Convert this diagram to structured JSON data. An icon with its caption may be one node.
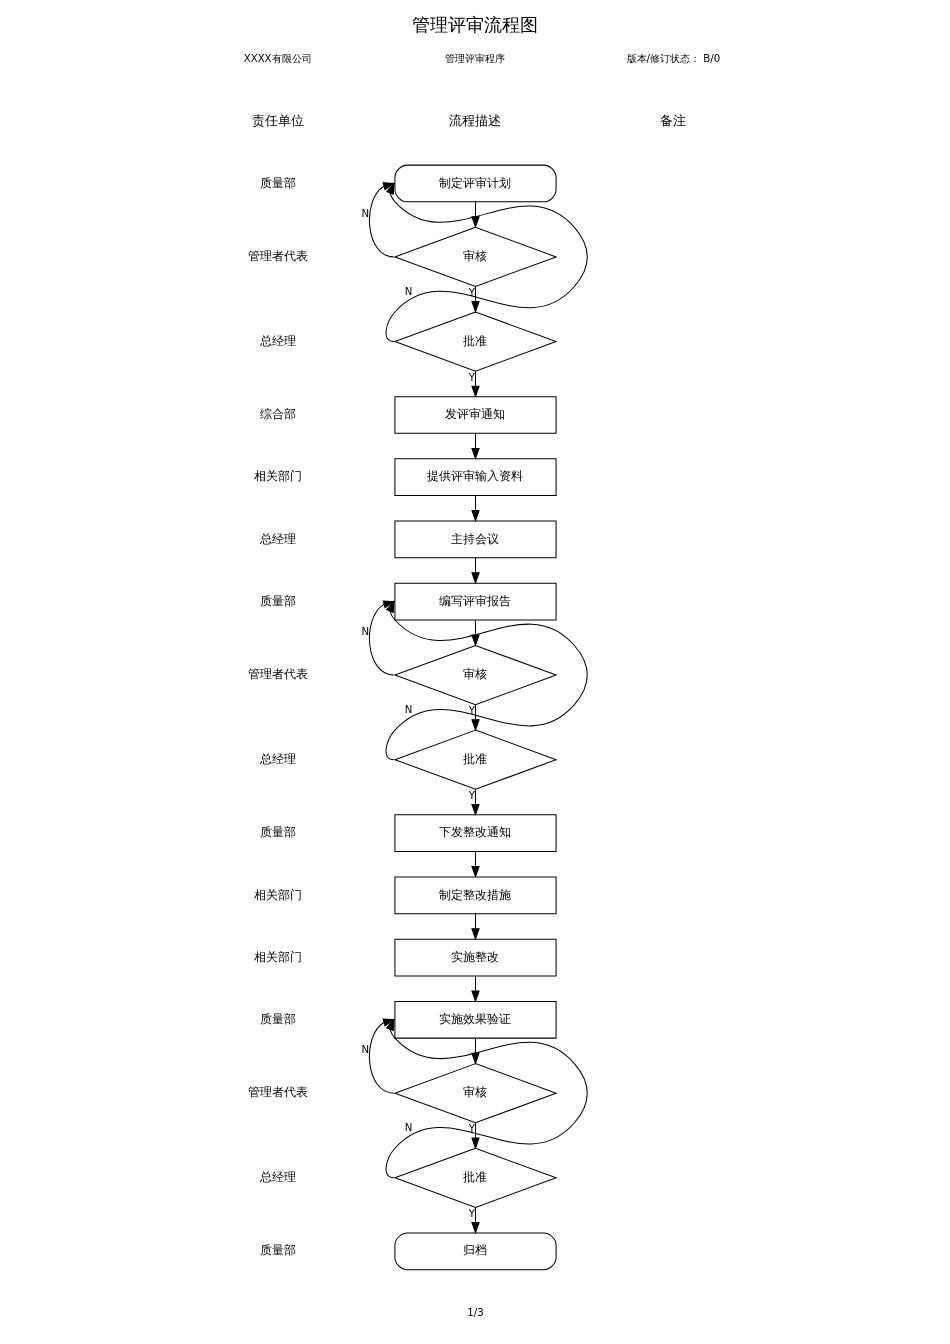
{
  "diagram": {
    "title": "管理评审流程图",
    "nodes": [
      {
        "text": [
          "制定评审计划"
        ]
      },
      {
        "text": [
          "审核"
        ]
      },
      {
        "text": [
          "批准"
        ]
      },
      {
        "text": [
          "发评审通知"
        ]
      },
      {
        "text": [
          "提供评审输入资料"
        ]
      },
      {
        "text": [
          "主持会议"
        ]
      },
      {
        "text": [
          "编写评审报告"
        ]
      },
      {
        "text": [
          "审核"
        ]
      },
      {
        "text": [
          "批准"
        ]
      },
      {
        "text": [
          "下发整改通知"
        ]
      },
      {
        "text": [
          "制定整改措施"
        ]
      },
      {
        "text": [
          "实施整改"
        ]
      },
      {
        "text": [
          "实施效果验证"
        ]
      },
      {
        "text": [
          "审核"
        ]
      },
      {
        "text": [
          "批准"
        ]
      },
      {
        "text": [
          "归档"
        ]
      }
    ],
    "edges": [
      {
        "from": 0,
        "to": 1,
        "arrow": "to"
      },
      {
        "from": 1,
        "to": 2,
        "arrow": "to",
        "label": "Y"
      },
      {
        "from": 1,
        "to": 0,
        "arrow": "to",
        "label": "N"
      },
      {
        "from": 2,
        "to": 0,
        "arrow": "to",
        "label": "N"
      },
      {
        "from": 2,
        "to": 3,
        "arrow": "to",
        "label": "Y"
      },
      {
        "from": 3,
        "to": 4,
        "arrow": "to"
      },
      {
        "from": 4,
        "to": 5,
        "arrow": "to"
      },
      {
        "from": 5,
        "to": 6,
        "arrow": "to"
      },
      {
        "from": 6,
        "to": 7,
        "arrow": "to"
      },
      {
        "from": 7,
        "to": 8,
        "arrow": "to",
        "label": "Y"
      },
      {
        "from": 7,
        "to": 6,
        "arrow": "to",
        "label": "N"
      },
      {
        "from": 8,
        "to": 6,
        "arrow": "to",
        "label": "N"
      },
      {
        "from": 8,
        "to": 9,
        "arrow": "to",
        "label": "Y"
      },
      {
        "from": 9,
        "to": 10,
        "arrow": "to"
      },
      {
        "from": 10,
        "to": 11,
        "arrow": "to"
      },
      {
        "from": 11,
        "to": 12,
        "arrow": "to"
      },
      {
        "from": 12,
        "to": 13,
        "arrow": "to"
      },
      {
        "from": 13,
        "to": 14,
        "arrow": "to",
        "label": "Y"
      },
      {
        "from": 13,
        "to": 12,
        "arrow": "to",
        "label": "N"
      },
      {
        "from": 14,
        "to": 12,
        "arrow": "to",
        "label": "N"
      },
      {
        "from": 14,
        "to": 15,
        "arrow": "to",
        "label": "Y"
      }
    ],
    "labels": [
      "XXXX有限公司",
      "管理评审程序",
      "版本/修订状态： B/0",
      "责任单位",
      "流程描述",
      "备注",
      "质量部",
      "管理者代表",
      "总经理",
      "综合部",
      "相关部门",
      "总经理",
      "质量部",
      "管理者代表",
      "总经理",
      "质量部",
      "相关部门",
      "相关部门",
      "质量部",
      "管理者代表",
      "总经理",
      "质量部",
      "1/3"
    ]
  }
}
